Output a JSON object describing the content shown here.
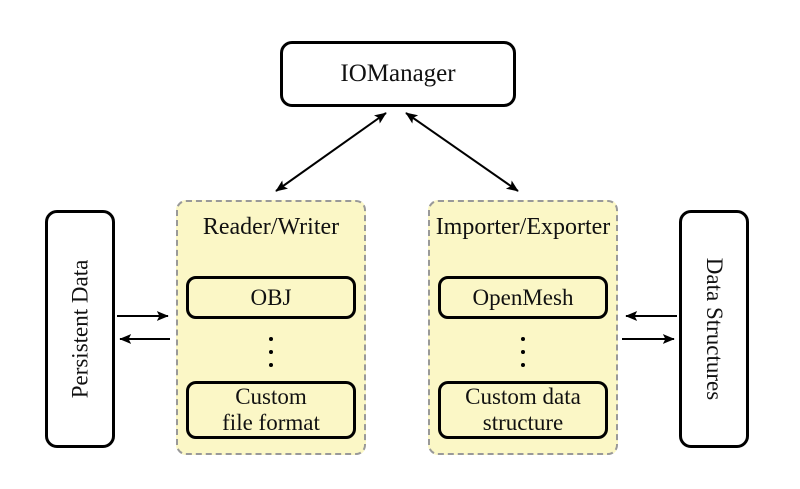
{
  "colors": {
    "background": "#ffffff",
    "group_fill": "#fbf7c6",
    "group_border": "#999999",
    "node_fill": "#ffffff",
    "node_border": "#000000",
    "arrow": "#000000",
    "text": "#111111"
  },
  "nodes": {
    "iomanager": {
      "label": "IOManager"
    },
    "persistent_data": {
      "label": "Persistent Data"
    },
    "data_structures": {
      "label": "Data Structures"
    }
  },
  "groups": [
    {
      "title": "Reader/Writer",
      "items": [
        {
          "lines": [
            "OBJ"
          ]
        },
        {
          "lines": [
            "Custom",
            "file format"
          ]
        }
      ]
    },
    {
      "title": "Importer/Exporter",
      "items": [
        {
          "lines": [
            "OpenMesh"
          ]
        },
        {
          "lines": [
            "Custom data",
            "structure"
          ]
        }
      ]
    }
  ],
  "connections": [
    {
      "from": "IOManager",
      "to": "Reader/Writer",
      "type": "bidirectional"
    },
    {
      "from": "IOManager",
      "to": "Importer/Exporter",
      "type": "bidirectional"
    },
    {
      "from": "Persistent Data",
      "to": "Reader/Writer",
      "type": "directed"
    },
    {
      "from": "Reader/Writer",
      "to": "Persistent Data",
      "type": "directed"
    },
    {
      "from": "Data Structures",
      "to": "Importer/Exporter",
      "type": "directed"
    },
    {
      "from": "Importer/Exporter",
      "to": "Data Structures",
      "type": "directed"
    }
  ]
}
